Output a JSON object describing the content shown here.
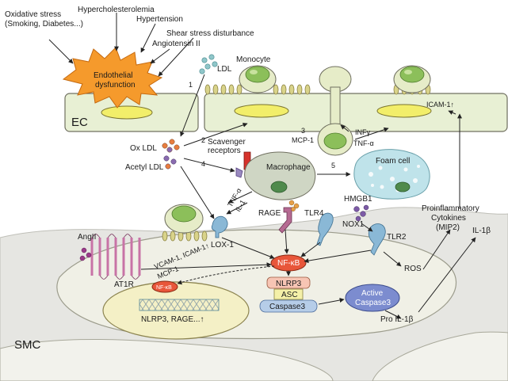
{
  "labels": {
    "oxidative_stress_1": "Oxidative stress",
    "oxidative_stress_2": "(Smoking, Diabetes...)",
    "hypercholesterolemia": "Hypercholesterolemia",
    "hypertension": "Hypertension",
    "shear_stress": "Shear stress disturbance",
    "angiotensin": "Angiotensin II",
    "endothelial_1": "Endothelial",
    "endothelial_2": "dysfunction",
    "ldl": "LDL",
    "monocyte": "Monocyte",
    "ec": "EC",
    "icam1_top": "ICAM-1↑",
    "ox_ldl": "Ox LDL",
    "acetyl_ldl": "Acetyl LDL",
    "scavenger_1": "Scavenger",
    "scavenger_2": "receptors",
    "mcp1_top": "MCP-1",
    "ifn_gamma": "INFγ",
    "tnf_alpha_top": "TNF-α",
    "macrophage": "Macrophage",
    "foam_cell": "Foam cell",
    "tnf_alpha_mid": "TNF-α",
    "il1": "IL-1",
    "rage": "RAGE",
    "tlr4": "TLR4",
    "hmgb1": "HMGB1",
    "nox1": "NOX1",
    "tlr2": "TLR2",
    "proinflam_1": "Proinflammatory",
    "proinflam_2": "Cytokines",
    "proinflam_3": "(MIP2)",
    "il1b_top": "IL-1β",
    "angii": "AngII",
    "vcam": "VCAM-1, ICAM-1↑",
    "mcp1_mid": "MCP-1",
    "lox1": "LOX-1",
    "at1r": "AT1R",
    "nfkb_main": "NF-κB",
    "nfkb_small": "NF-κB",
    "nlrp3": "NLRP3",
    "asc": "ASC",
    "caspase3": "Caspase3",
    "active_1": "Active",
    "active_2": "Caspase3",
    "nlrp3_rage": "NLRP3, RAGE...↑",
    "ros": "ROS",
    "pro_il1b": "Pro IL-1β",
    "smc": "SMC"
  },
  "steps": {
    "s1": "1",
    "s2": "2",
    "s3": "3",
    "s4": "4",
    "s5": "5"
  },
  "colors": {
    "cell_fill": "#e8f0d4",
    "cell_stroke": "#707060",
    "nucleus_yellow": "#f2ee6a",
    "starburst": "#f59a2c",
    "monocyte_body": "#e6ecc8",
    "monocyte_nucleus": "#8cbf5a",
    "villi": "#d9d38a",
    "macrophage": "#cfd6c4",
    "foam_cell": "#bfe3ea",
    "nfkb": "#e8563a",
    "nlrp3_box": "#f7c5b4",
    "asc_box": "#f4f0a8",
    "caspase_box": "#b6cde8",
    "active_caspase": "#7c8ccf",
    "ldl_particle": "#8fc6c9",
    "oxldl_orange": "#e87d3f",
    "oxldl_purple": "#8a6bb0",
    "receptor_red": "#d6322b",
    "at1r_pink": "#c873a6",
    "tlr_blue": "#8ab8d6",
    "smc_fill": "#e6e6e2"
  }
}
